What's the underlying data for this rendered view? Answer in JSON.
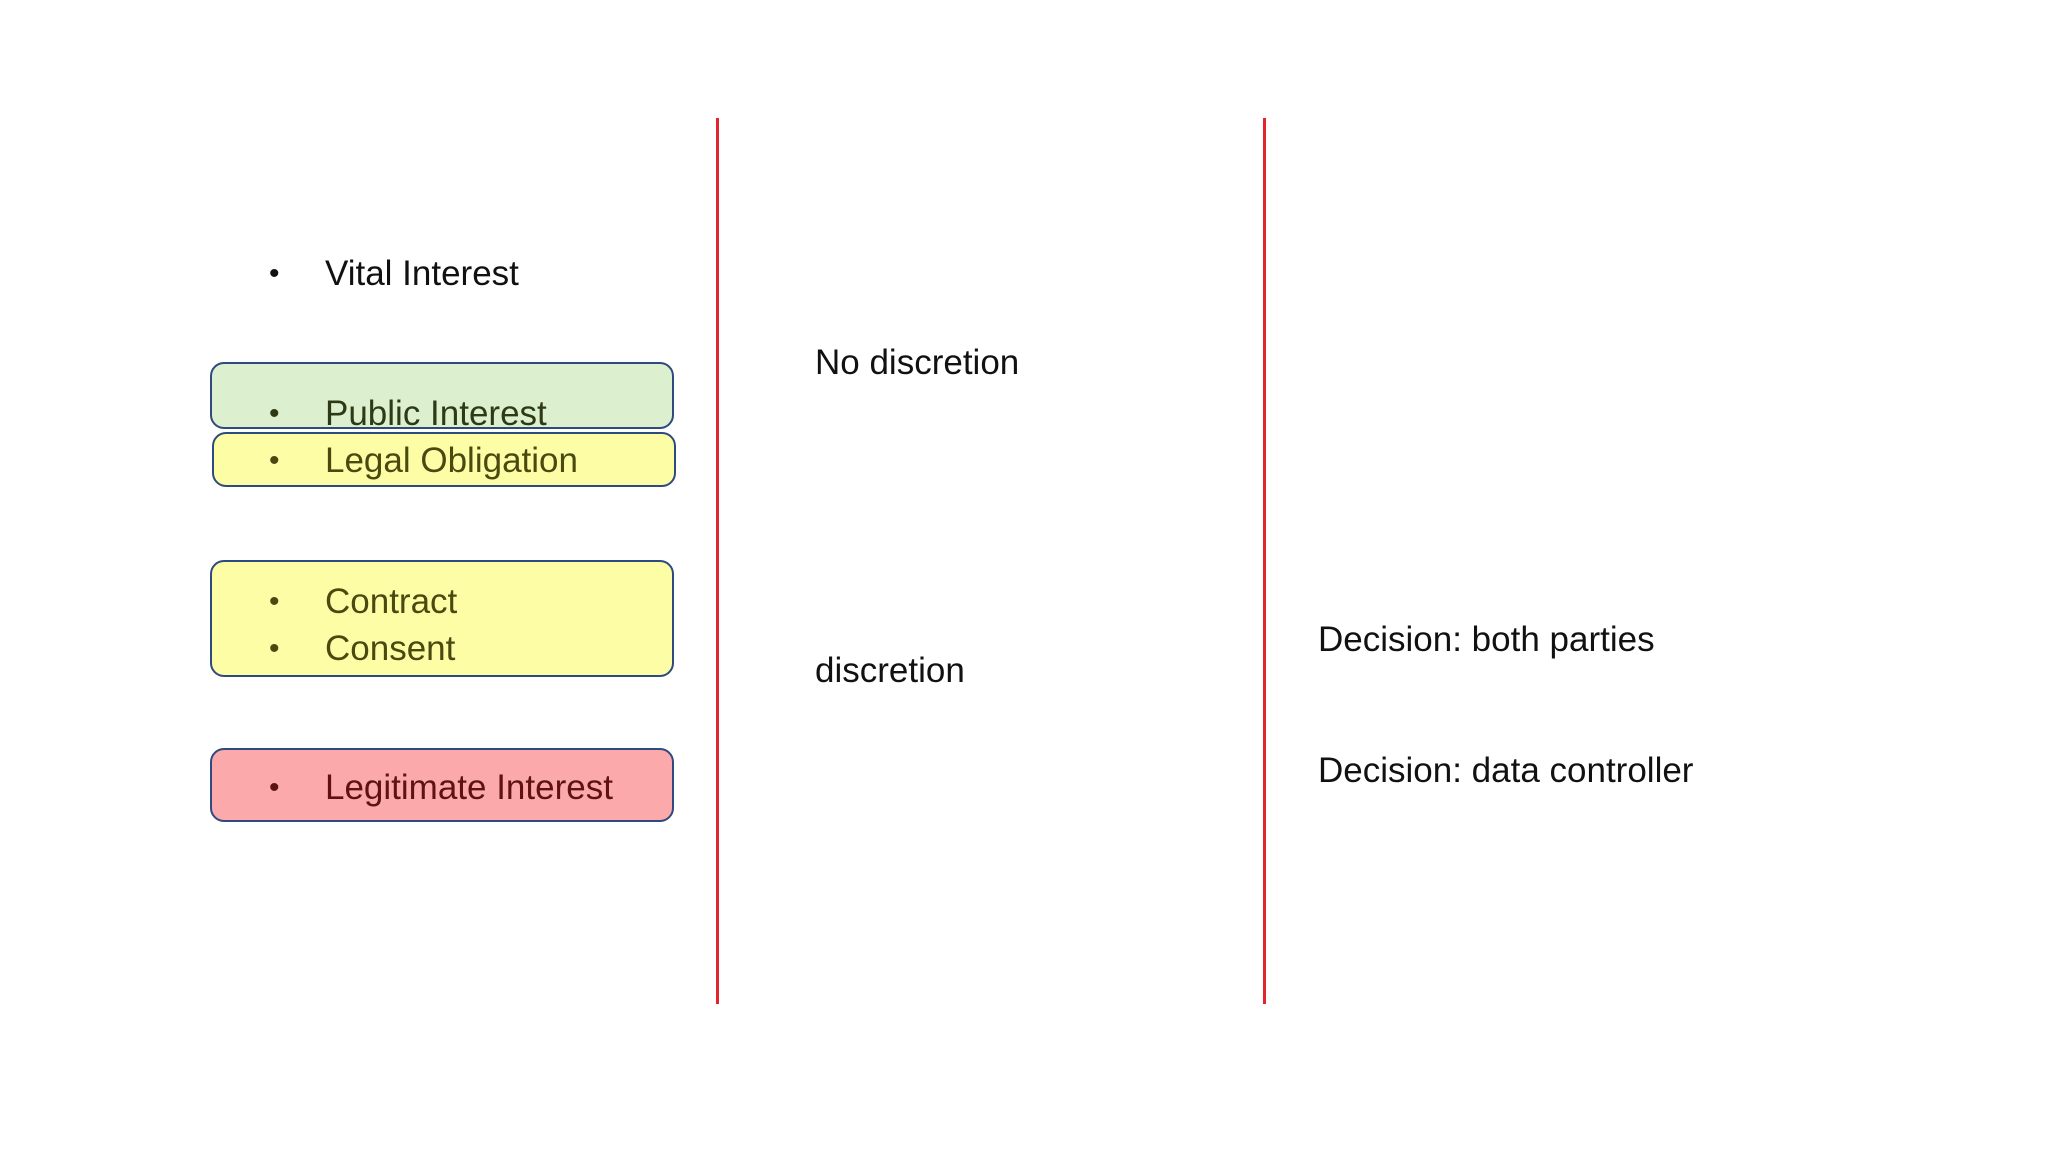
{
  "left_column": {
    "vital_interest": "Vital Interest",
    "public_interest": "Public Interest",
    "legal_obligation": "Legal Obligation",
    "contract": "Contract",
    "consent": "Consent",
    "legitimate_interest": "Legitimate Interest",
    "bullet": "•"
  },
  "middle_column": {
    "no_discretion": "No discretion",
    "discretion": "discretion"
  },
  "right_column": {
    "decision_both": "Decision: both parties",
    "decision_controller": "Decision: data controller"
  },
  "colors": {
    "divider": "#e0262c",
    "box_border": "#2f4a7f",
    "green_fill": "#dcf0cf",
    "yellow_fill": "#fdfda6",
    "red_fill": "#fba9ab"
  }
}
